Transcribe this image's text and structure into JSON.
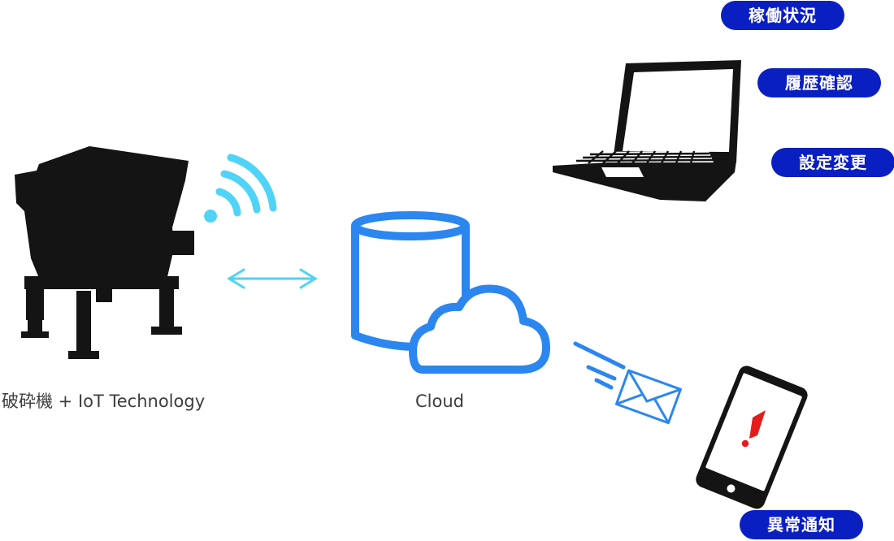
{
  "machine": {
    "caption": "破砕機 + IoT Technology",
    "icon": "crusher-machine-icon"
  },
  "cloud": {
    "caption": "Cloud",
    "icon": "cloud-database-icon"
  },
  "laptop_features": [
    {
      "label": "稼働状況"
    },
    {
      "label": "履歴確認"
    },
    {
      "label": "設定変更"
    }
  ],
  "phone": {
    "label": "異常通知",
    "icon": "smartphone-alert-icon"
  },
  "colors": {
    "pill": "#0a1fc2",
    "cloud_blue": "#2b86f0",
    "signal_cyan": "#4fd3f7",
    "alert_red": "#e51b1b",
    "silhouette": "#141414",
    "caption_text": "#3d3d3d"
  }
}
